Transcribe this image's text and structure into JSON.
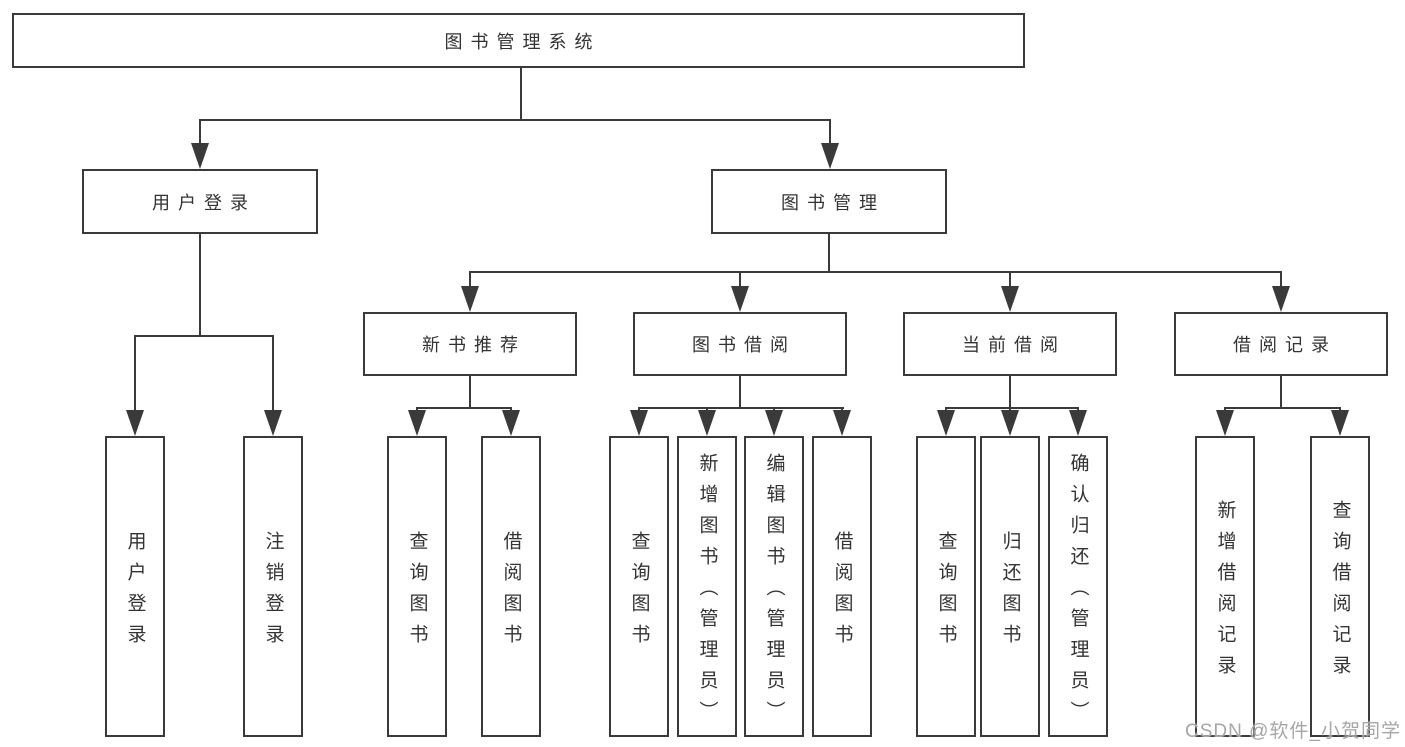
{
  "diagram": {
    "root": {
      "label": "图书管理系统"
    },
    "level2": [
      {
        "label": "用户登录"
      },
      {
        "label": "图书管理"
      }
    ],
    "level3": [
      {
        "label": "新书推荐",
        "parent": "图书管理"
      },
      {
        "label": "图书借阅",
        "parent": "图书管理"
      },
      {
        "label": "当前借阅",
        "parent": "图书管理"
      },
      {
        "label": "借阅记录",
        "parent": "图书管理"
      }
    ],
    "leaves": [
      {
        "label": "用户登录",
        "parent": "用户登录"
      },
      {
        "label": "注销登录",
        "parent": "用户登录"
      },
      {
        "label": "查询图书",
        "parent": "新书推荐"
      },
      {
        "label": "借阅图书",
        "parent": "新书推荐"
      },
      {
        "label": "查询图书",
        "parent": "图书借阅"
      },
      {
        "label": "新增图书（管理员）",
        "parent": "图书借阅"
      },
      {
        "label": "编辑图书（管理员）",
        "parent": "图书借阅"
      },
      {
        "label": "借阅图书",
        "parent": "图书借阅"
      },
      {
        "label": "查询图书",
        "parent": "当前借阅"
      },
      {
        "label": "归还图书",
        "parent": "当前借阅"
      },
      {
        "label": "确认归还（管理员）",
        "parent": "当前借阅"
      },
      {
        "label": "新增借阅记录",
        "parent": "借阅记录"
      },
      {
        "label": "查询借阅记录",
        "parent": "借阅记录"
      }
    ]
  },
  "watermark": {
    "text": "CSDN @软件_小贺同学"
  },
  "colors": {
    "line": "#3a3a3a",
    "text": "#333333",
    "watermark": "#a6a6a6",
    "background": "#ffffff"
  }
}
